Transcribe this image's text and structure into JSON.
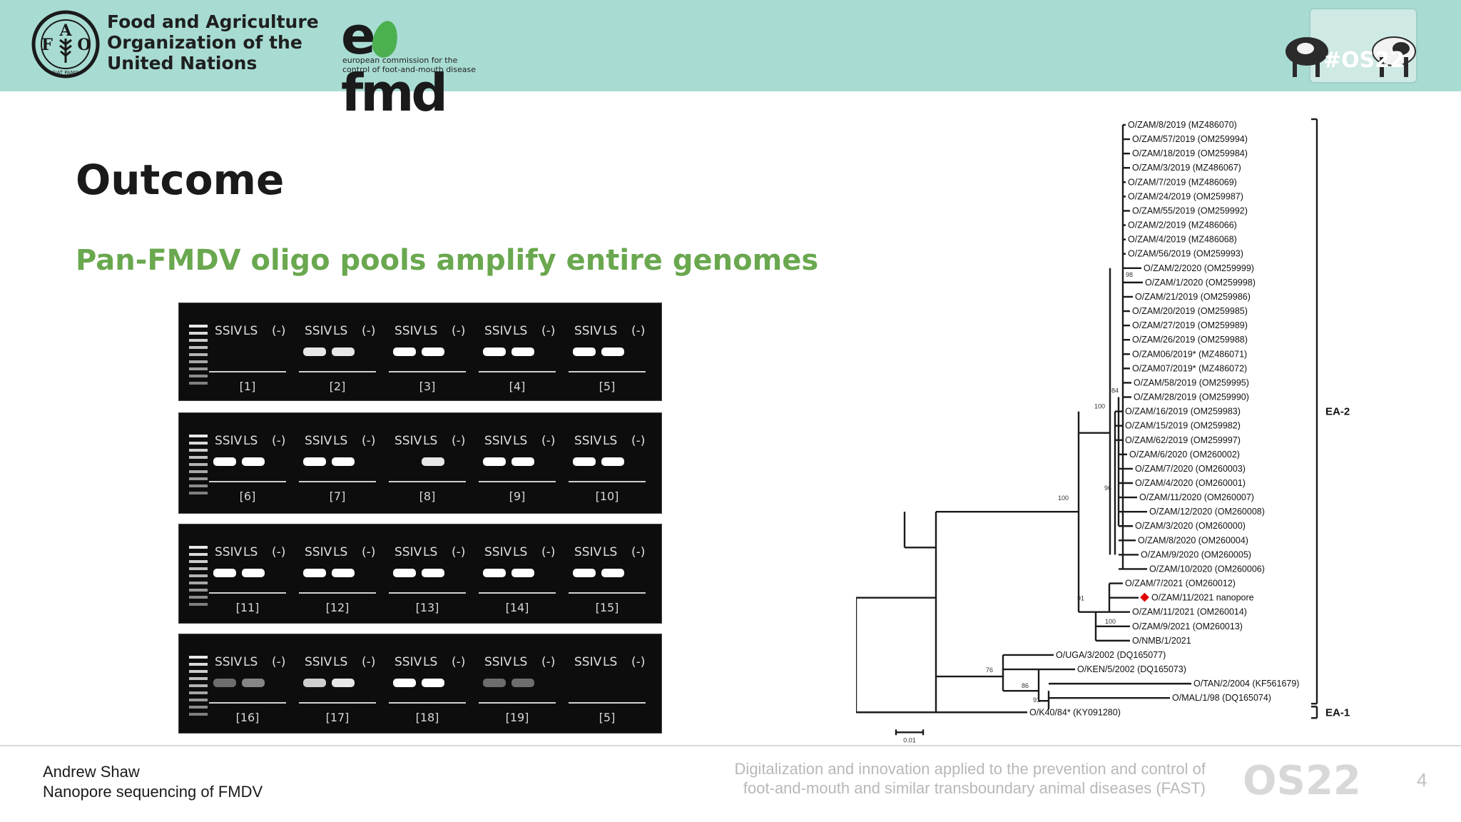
{
  "header": {
    "fao_name_lines": [
      "Food and Agriculture",
      "Organization of the",
      "United Nations"
    ],
    "fao_emblem_letters": [
      "F",
      "A",
      "O"
    ],
    "fao_motto": "FIAT PANIS",
    "eufmd_logo_text": "eufmd",
    "eufmd_sub_lines": [
      "european commission for the",
      "control of foot-and-mouth disease"
    ],
    "badge_text": "#OS22",
    "color": "#a8dcd3"
  },
  "title": "Outcome",
  "subtitle": "Pan-FMDV oligo pools amplify entire genomes",
  "accent_color": "#6aa84f",
  "gel_panels": [
    {
      "lane_labels": [
        "SSIV",
        "LS",
        "(-)"
      ],
      "groups": [
        "[1]",
        "[2]",
        "[3]",
        "[4]",
        "[5]"
      ]
    },
    {
      "lane_labels": [
        "SSIV",
        "LS",
        "(-)"
      ],
      "groups": [
        "[6]",
        "[7]",
        "[8]",
        "[9]",
        "[10]"
      ]
    },
    {
      "lane_labels": [
        "SSIV",
        "LS",
        "(-)"
      ],
      "groups": [
        "[11]",
        "[12]",
        "[13]",
        "[14]",
        "[15]"
      ]
    },
    {
      "lane_labels": [
        "SSIV",
        "LS",
        "(-)"
      ],
      "groups": [
        "[16]",
        "[17]",
        "[18]",
        "[19]",
        "[5]"
      ]
    }
  ],
  "tree": {
    "taxa": [
      "O/ZAM/8/2019 (MZ486070)",
      "O/ZAM/57/2019 (OM259994)",
      "O/ZAM/18/2019 (OM259984)",
      "O/ZAM/3/2019 (MZ486067)",
      "O/ZAM/7/2019 (MZ486069)",
      "O/ZAM/24/2019 (OM259987)",
      "O/ZAM/55/2019 (OM259992)",
      "O/ZAM/2/2019 (MZ486066)",
      "O/ZAM/4/2019 (MZ486068)",
      "O/ZAM/56/2019 (OM259993)",
      "O/ZAM/2/2020 (OM259999)",
      "O/ZAM/1/2020 (OM259998)",
      "O/ZAM/21/2019 (OM259986)",
      "O/ZAM/20/2019 (OM259985)",
      "O/ZAM/27/2019 (OM259989)",
      "O/ZAM/26/2019 (OM259988)",
      "O/ZAM06/2019* (MZ486071)",
      "O/ZAM07/2019* (MZ486072)",
      "O/ZAM/58/2019 (OM259995)",
      "O/ZAM/28/2019 (OM259990)",
      "O/ZAM/16/2019 (OM259983)",
      "O/ZAM/15/2019 (OM259982)",
      "O/ZAM/62/2019 (OM259997)",
      "O/ZAM/6/2020 (OM260002)",
      "O/ZAM/7/2020 (OM260003)",
      "O/ZAM/4/2020 (OM260001)",
      "O/ZAM/11/2020 (OM260007)",
      "O/ZAM/12/2020 (OM260008)",
      "O/ZAM/3/2020 (OM260000)",
      "O/ZAM/8/2020 (OM260004)",
      "O/ZAM/9/2020 (OM260005)",
      "O/ZAM/10/2020 (OM260006)",
      "O/ZAM/7/2021 (OM260012)",
      "O/ZAM/11/2021 nanopore",
      "O/ZAM/11/2021 (OM260014)",
      "O/ZAM/9/2021 (OM260013)",
      "O/NMB/1/2021",
      "O/UGA/3/2002 (DQ165077)",
      "O/KEN/5/2002 (DQ165073)",
      "O/TAN/2/2004 (KF561679)",
      "O/MAL/1/98 (DQ165074)",
      "O/K40/84* (KY091280)"
    ],
    "bootstrap": [
      "98",
      "84",
      "100",
      "96",
      "100",
      "91",
      "100",
      "76",
      "86",
      "91"
    ],
    "clades": [
      "EA-2",
      "EA-1"
    ],
    "scale_label": "0.01",
    "highlight_color": "#e00000"
  },
  "footer": {
    "author": "Andrew Shaw",
    "talk": "Nanopore sequencing of FMDV",
    "conference_lines": [
      "Digitalization and innovation applied to the prevention and control of",
      "foot-and-mouth and similar transboundary animal diseases (FAST)"
    ],
    "event": "OS22",
    "page": "4"
  }
}
